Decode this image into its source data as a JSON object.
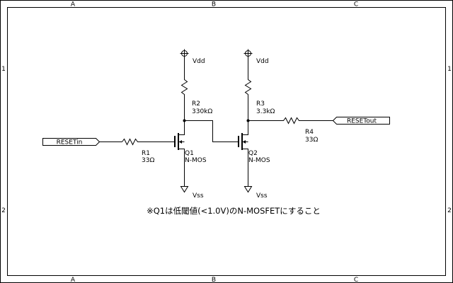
{
  "frame": {
    "columns": [
      "A",
      "B",
      "C"
    ],
    "rows": [
      "1",
      "2"
    ]
  },
  "ports": {
    "input": "RESETin",
    "output": "RESETout"
  },
  "power": {
    "vdd": "Vdd",
    "vss": "Vss"
  },
  "components": {
    "r1": {
      "ref": "R1",
      "value": "33Ω"
    },
    "r2": {
      "ref": "R2",
      "value": "330kΩ"
    },
    "r3": {
      "ref": "R3",
      "value": "3.3kΩ"
    },
    "r4": {
      "ref": "R4",
      "value": "33Ω"
    },
    "q1": {
      "ref": "Q1",
      "type": "N-MOS"
    },
    "q2": {
      "ref": "Q2",
      "type": "N-MOS"
    }
  },
  "note": "※Q1は低閾値(<1.0V)のN-MOSFETにすること"
}
